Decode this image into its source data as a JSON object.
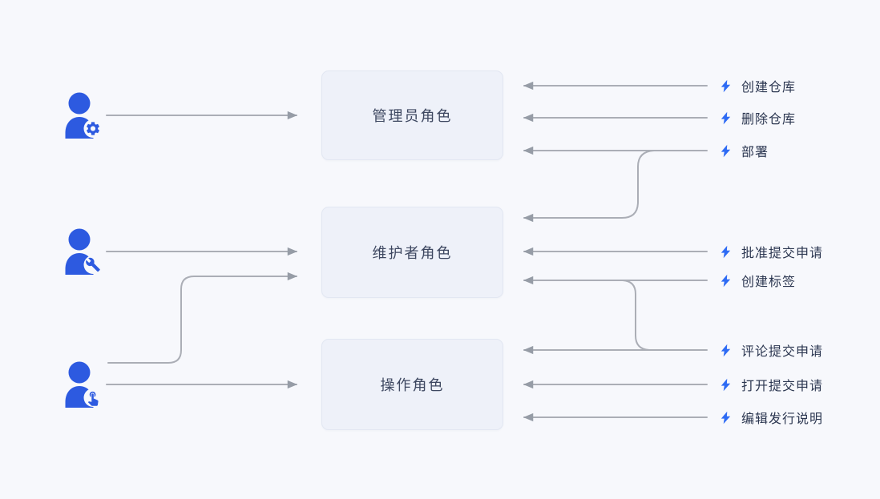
{
  "palette": {
    "background": "#f7f8fc",
    "user_icon_blue": "#2d5ae0",
    "bolt_blue": "#2e6bf4",
    "line_gray": "#abaeb6",
    "arrow_gray": "#969ca6",
    "box_fill": "#eef1f9",
    "box_border": "#e2e7f2",
    "box_text": "#3d4760",
    "action_text": "#2b3650"
  },
  "users": [
    {
      "icon": "admin-user-icon",
      "badge": "gear-icon"
    },
    {
      "icon": "maintainer-user-icon",
      "badge": "wrench-icon"
    },
    {
      "icon": "operator-user-icon",
      "badge": "touch-icon"
    }
  ],
  "roles": [
    {
      "label": "管理员角色"
    },
    {
      "label": "维护者角色"
    },
    {
      "label": "操作角色"
    }
  ],
  "actions": [
    {
      "label": "创建仓库",
      "icon": "lightning-icon"
    },
    {
      "label": "删除仓库",
      "icon": "lightning-icon"
    },
    {
      "label": "部署",
      "icon": "lightning-icon"
    },
    {
      "label": "批准提交申请",
      "icon": "lightning-icon"
    },
    {
      "label": "创建标签",
      "icon": "lightning-icon"
    },
    {
      "label": "评论提交申请",
      "icon": "lightning-icon"
    },
    {
      "label": "打开提交申请",
      "icon": "lightning-icon"
    },
    {
      "label": "编辑发行说明",
      "icon": "lightning-icon"
    }
  ],
  "connections": [
    {
      "from": "admin-user",
      "to": "管理员角色"
    },
    {
      "from": "maintainer-user",
      "to": "维护者角色"
    },
    {
      "from": "operator-user",
      "to": "操作角色"
    },
    {
      "from": "operator-user",
      "to": "维护者角色"
    },
    {
      "from": "创建仓库",
      "to": "管理员角色"
    },
    {
      "from": "删除仓库",
      "to": "管理员角色"
    },
    {
      "from": "部署",
      "to": "管理员角色"
    },
    {
      "from": "部署",
      "to": "维护者角色"
    },
    {
      "from": "批准提交申请",
      "to": "维护者角色"
    },
    {
      "from": "创建标签",
      "to": "维护者角色"
    },
    {
      "from": "评论提交申请",
      "to": "操作角色"
    },
    {
      "from": "评论提交申请",
      "to": "维护者角色"
    },
    {
      "from": "打开提交申请",
      "to": "操作角色"
    },
    {
      "from": "编辑发行说明",
      "to": "操作角色"
    }
  ]
}
